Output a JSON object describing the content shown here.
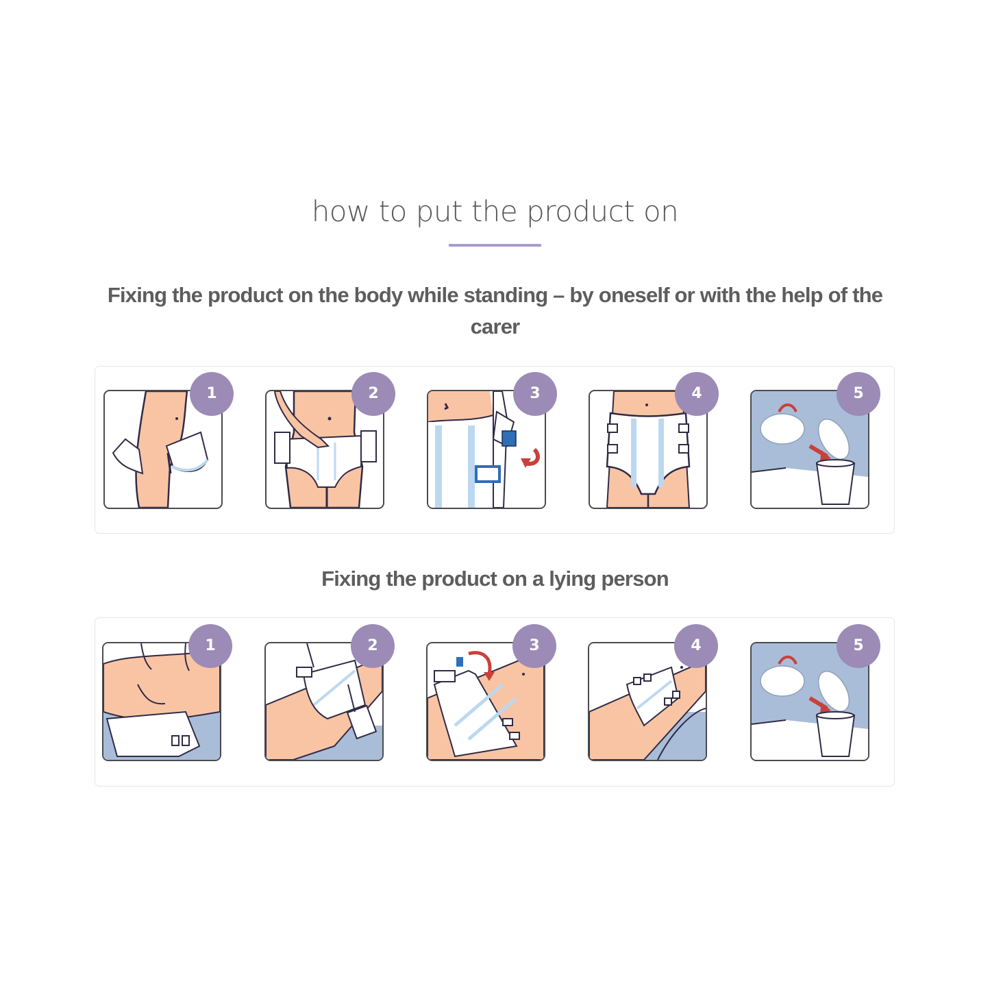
{
  "header": {
    "title": "how to put the product on",
    "underline_color": "#a99bcb"
  },
  "sections": [
    {
      "heading": "Fixing the product on the body while standing – by oneself or with the help of the carer",
      "steps": [
        {
          "number": "1",
          "illustration": "standing-step-1-place-pad-between-legs"
        },
        {
          "number": "2",
          "illustration": "standing-step-2-pull-product-up"
        },
        {
          "number": "3",
          "illustration": "standing-step-3-fasten-side-tabs"
        },
        {
          "number": "4",
          "illustration": "standing-step-4-product-fastened"
        },
        {
          "number": "5",
          "illustration": "step-5-roll-and-dispose"
        }
      ]
    },
    {
      "heading": "Fixing the product on a lying person",
      "steps": [
        {
          "number": "1",
          "illustration": "lying-step-1-place-pad-under-person"
        },
        {
          "number": "2",
          "illustration": "lying-step-2-pull-front-between-legs"
        },
        {
          "number": "3",
          "illustration": "lying-step-3-fasten-tabs"
        },
        {
          "number": "4",
          "illustration": "lying-step-4-product-fastened"
        },
        {
          "number": "5",
          "illustration": "step-5-roll-and-dispose"
        }
      ]
    }
  ],
  "colors": {
    "badge": "#9b8bb6",
    "skin": "#f8c4a4",
    "outline": "#2f2a45",
    "bedsheet": "#a9bdd8",
    "product_stripe": "#bcd8f0",
    "arrow": "#c8413a",
    "tab": "#2e6fb8",
    "text": "#5a5a5a"
  }
}
